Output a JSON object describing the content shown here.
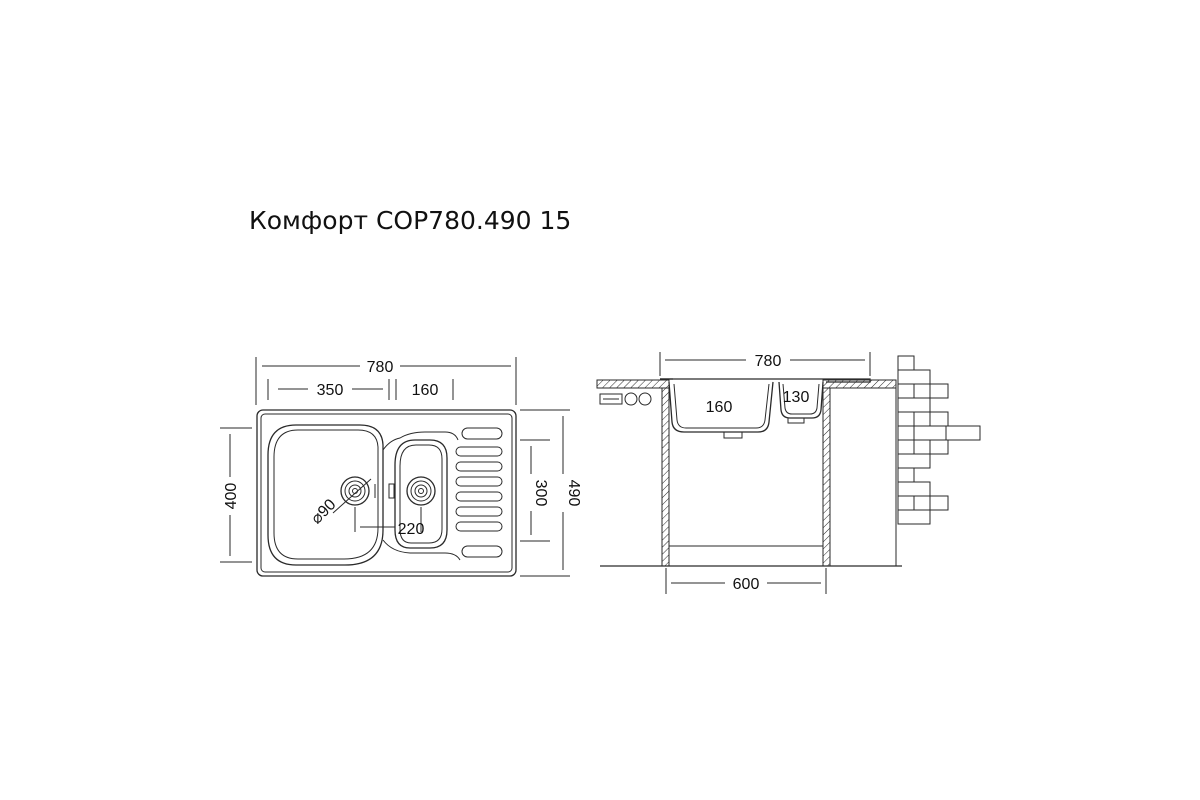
{
  "title": "Комфорт СОР780.490 15",
  "top_view": {
    "overall_width": "780",
    "bowl_large_width": "350",
    "bowl_small_width": "160",
    "overall_depth": "490",
    "bowl_large_depth": "400",
    "bowl_small_depth": "300",
    "drain_spacing": "220",
    "drain_diameter": "⌀90"
  },
  "side_view": {
    "overall_width": "780",
    "bowl_large_height": "160",
    "bowl_small_height": "130",
    "cabinet_width": "600"
  }
}
